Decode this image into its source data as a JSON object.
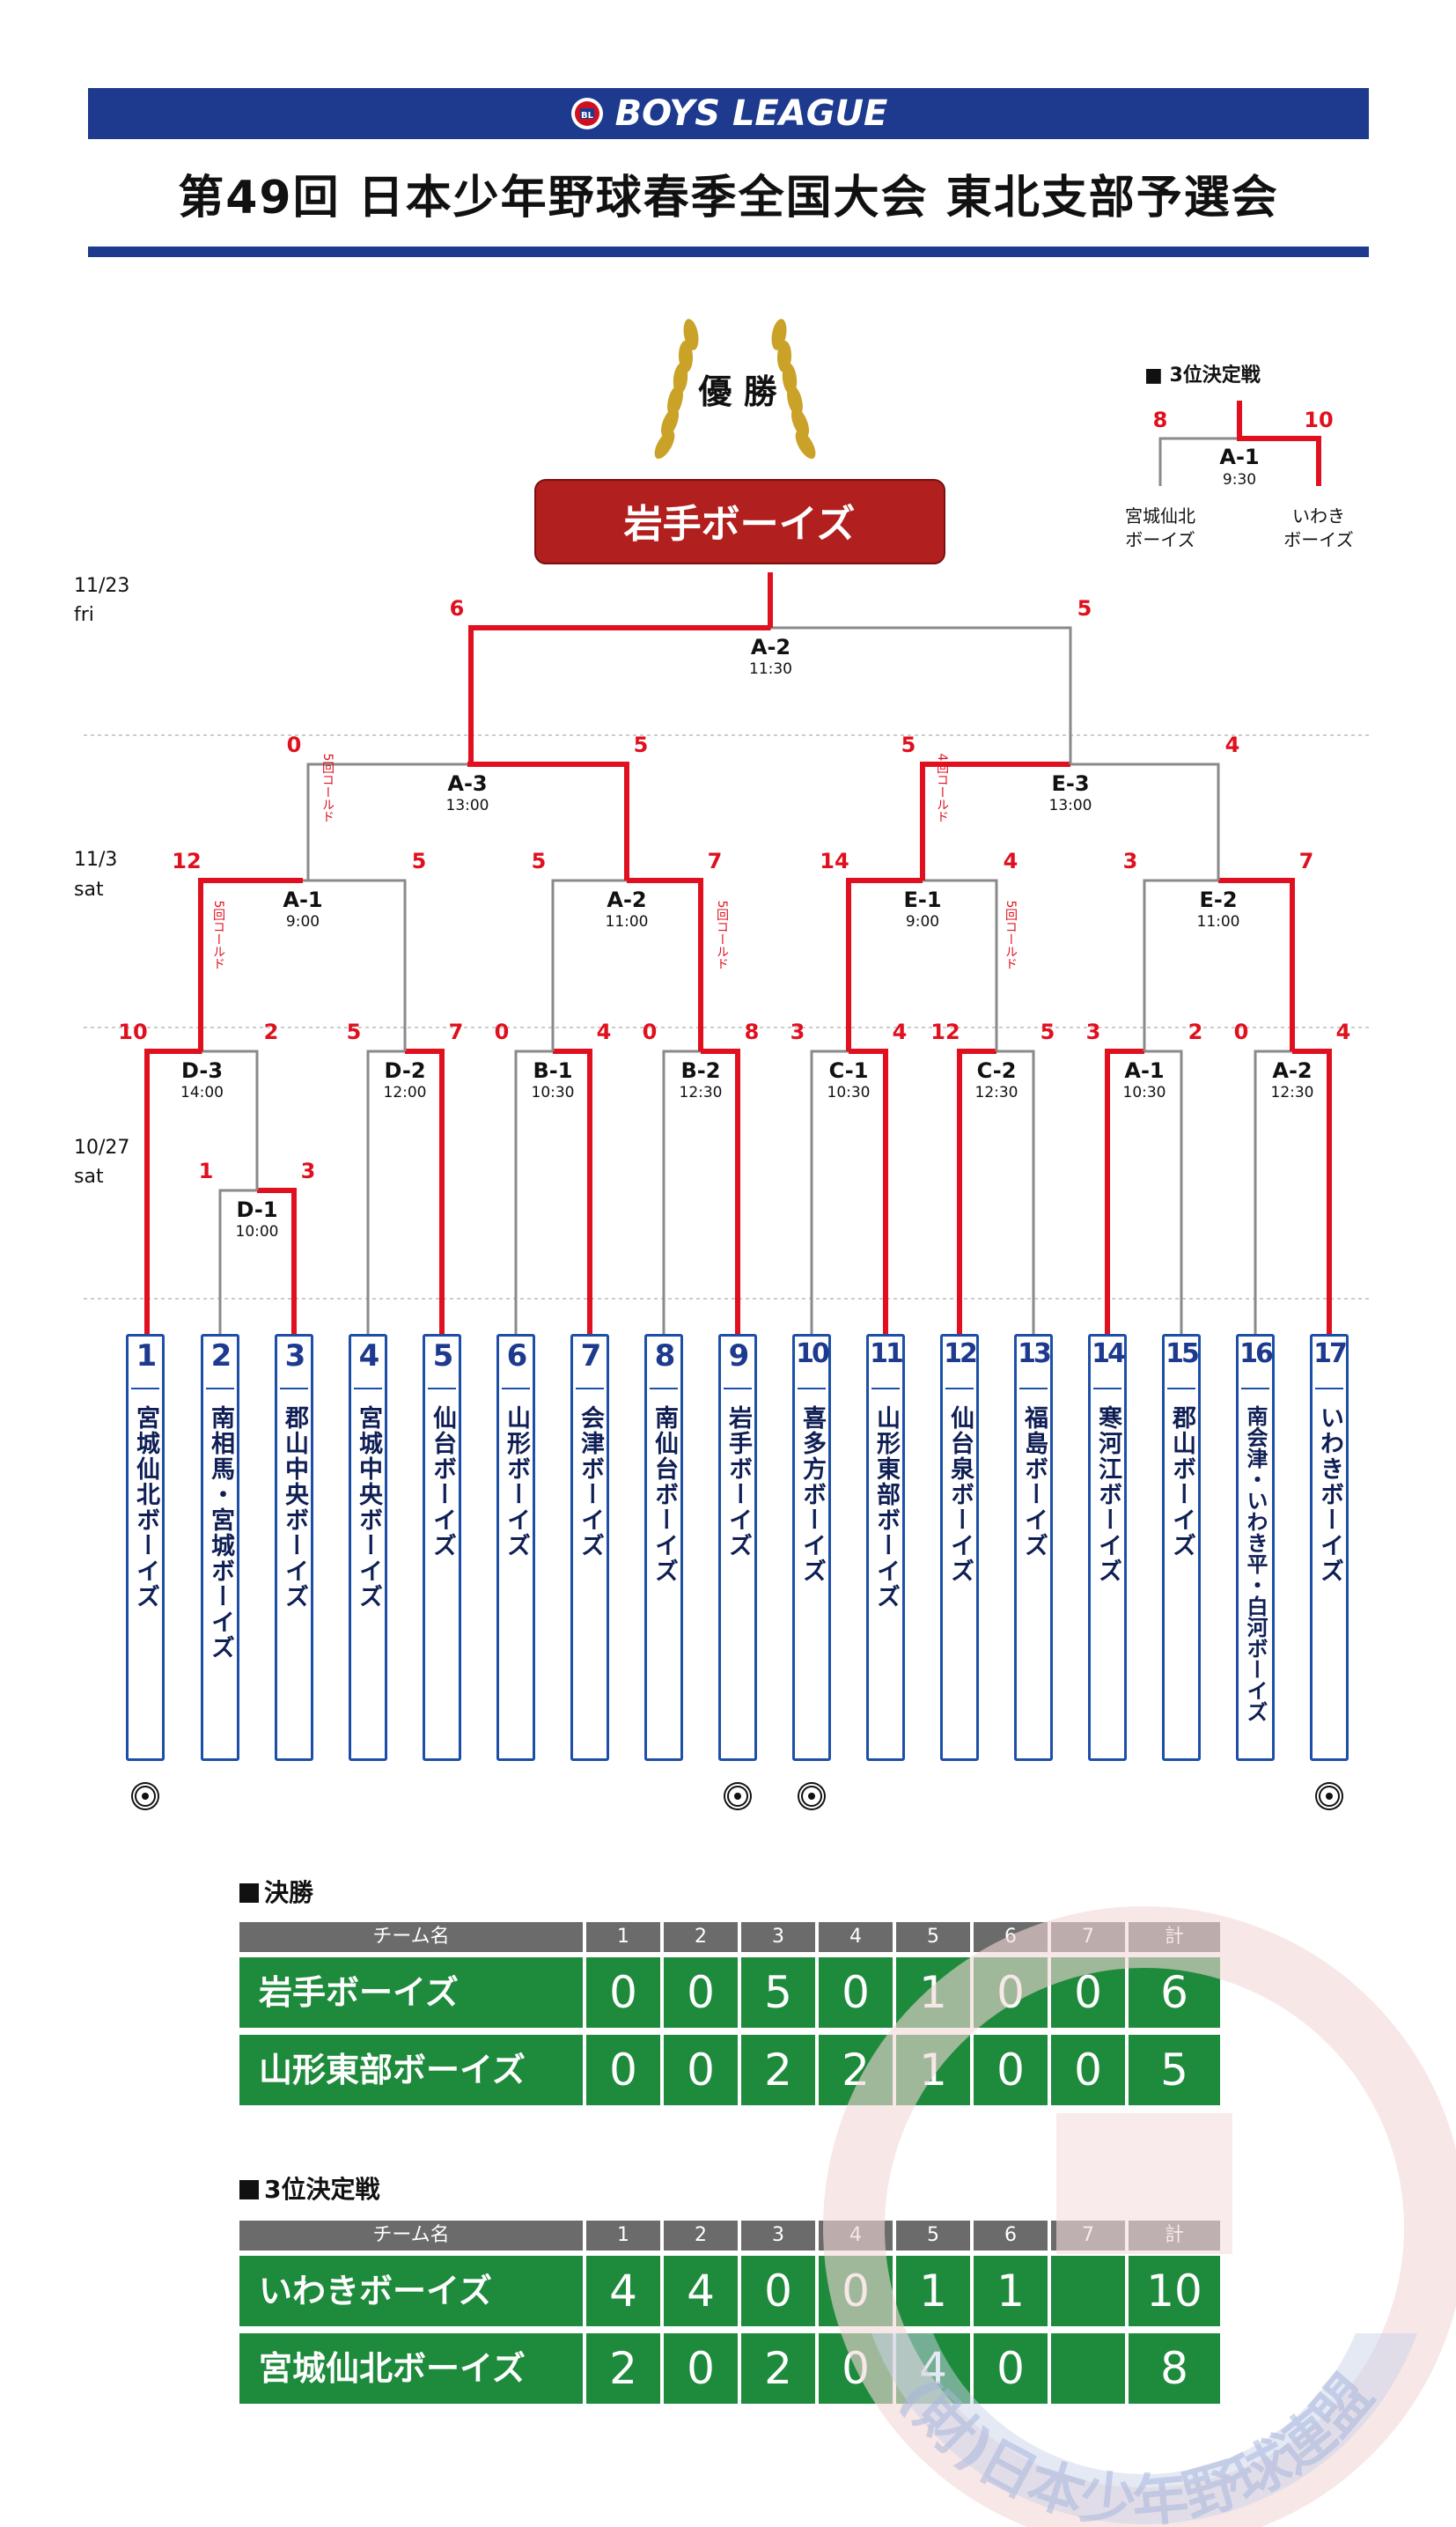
{
  "header": {
    "league_name": "BOYS LEAGUE",
    "title": "第49回 日本少年野球春季全国大会 東北支部予選会"
  },
  "champion": {
    "label": "優 勝",
    "team": "岩手ボーイズ"
  },
  "dates": [
    {
      "date": "11/23",
      "day": "fri"
    },
    {
      "date": "11/3",
      "day": "sat"
    },
    {
      "date": "10/27",
      "day": "sat"
    }
  ],
  "teams": [
    {
      "num": "1",
      "name": "宮城仙北ボーイズ"
    },
    {
      "num": "2",
      "name": "南相馬・宮城ボーイズ"
    },
    {
      "num": "3",
      "name": "郡山中央ボーイズ"
    },
    {
      "num": "4",
      "name": "宮城中央ボーイズ"
    },
    {
      "num": "5",
      "name": "仙台ボーイズ"
    },
    {
      "num": "6",
      "name": "山形ボーイズ"
    },
    {
      "num": "7",
      "name": "会津ボーイズ"
    },
    {
      "num": "8",
      "name": "南仙台ボーイズ"
    },
    {
      "num": "9",
      "name": "岩手ボーイズ"
    },
    {
      "num": "10",
      "name": "喜多方ボーイズ"
    },
    {
      "num": "11",
      "name": "山形東部ボーイズ"
    },
    {
      "num": "12",
      "name": "仙台泉ボーイズ"
    },
    {
      "num": "13",
      "name": "福島ボーイズ"
    },
    {
      "num": "14",
      "name": "寒河江ボーイズ"
    },
    {
      "num": "15",
      "name": "郡山ボーイズ"
    },
    {
      "num": "16",
      "name": "南会津・いわき平・白河ボーイズ"
    },
    {
      "num": "17",
      "name": "いわきボーイズ"
    }
  ],
  "games": {
    "D1": {
      "code": "D-1",
      "time": "10:00",
      "left": "1",
      "right": "3"
    },
    "D3": {
      "code": "D-3",
      "time": "14:00",
      "left": "10",
      "right": "2"
    },
    "D2": {
      "code": "D-2",
      "time": "12:00",
      "left": "5",
      "right": "7"
    },
    "B1": {
      "code": "B-1",
      "time": "10:30",
      "left": "0",
      "right": "4"
    },
    "B2": {
      "code": "B-2",
      "time": "12:30",
      "left": "0",
      "right": "8"
    },
    "C1": {
      "code": "C-1",
      "time": "10:30",
      "left": "3",
      "right": "4"
    },
    "C2": {
      "code": "C-2",
      "time": "12:30",
      "left": "12",
      "right": "5"
    },
    "A1b": {
      "code": "A-1",
      "time": "10:30",
      "left": "3",
      "right": "2"
    },
    "A2b": {
      "code": "A-2",
      "time": "12:30",
      "left": "0",
      "right": "4"
    },
    "A1": {
      "code": "A-1",
      "time": "9:00",
      "left": "12",
      "right": "5"
    },
    "A2": {
      "code": "A-2",
      "time": "11:00",
      "left": "5",
      "right": "7"
    },
    "E1": {
      "code": "E-1",
      "time": "9:00",
      "left": "14",
      "right": "4"
    },
    "E2": {
      "code": "E-2",
      "time": "11:00",
      "left": "3",
      "right": "7"
    },
    "A3": {
      "code": "A-3",
      "time": "13:00",
      "left": "0",
      "right": "5"
    },
    "E3": {
      "code": "E-3",
      "time": "13:00",
      "left": "5",
      "right": "4"
    },
    "F": {
      "code": "A-2",
      "time": "11:30",
      "left": "6",
      "right": "5"
    }
  },
  "called_game_note": "5回コールド",
  "called_game_note_4": "4回コールド",
  "third_place": {
    "title": "3位決定戦",
    "code": "A-1",
    "time": "9:30",
    "left_score": "8",
    "right_score": "10",
    "left_team": "宮城仙北ボーイズ",
    "right_team": "いわきボーイズ"
  },
  "final_table": {
    "title": "決勝",
    "header": [
      "チーム名",
      "1",
      "2",
      "3",
      "4",
      "5",
      "6",
      "7",
      "計"
    ],
    "rows": [
      {
        "team": "岩手ボーイズ",
        "innings": [
          "0",
          "0",
          "5",
          "0",
          "1",
          "0",
          "0"
        ],
        "total": "6"
      },
      {
        "team": "山形東部ボーイズ",
        "innings": [
          "0",
          "0",
          "2",
          "2",
          "1",
          "0",
          "0"
        ],
        "total": "5"
      }
    ]
  },
  "third_table": {
    "title": "3位決定戦",
    "header": [
      "チーム名",
      "1",
      "2",
      "3",
      "4",
      "5",
      "6",
      "7",
      "計"
    ],
    "rows": [
      {
        "team": "いわきボーイズ",
        "innings": [
          "4",
          "4",
          "0",
          "0",
          "1",
          "1",
          ""
        ],
        "total": "10"
      },
      {
        "team": "宮城仙北ボーイズ",
        "innings": [
          "2",
          "0",
          "2",
          "0",
          "4",
          "0",
          ""
        ],
        "total": "8"
      }
    ]
  },
  "colors": {
    "navy": "#1d3a8f",
    "win": "#e0101e",
    "lose": "#8a8a8a",
    "green": "#1e8a3c",
    "gold": "#c9a227"
  },
  "watermark_text": "(財)日本少年野球連盟"
}
